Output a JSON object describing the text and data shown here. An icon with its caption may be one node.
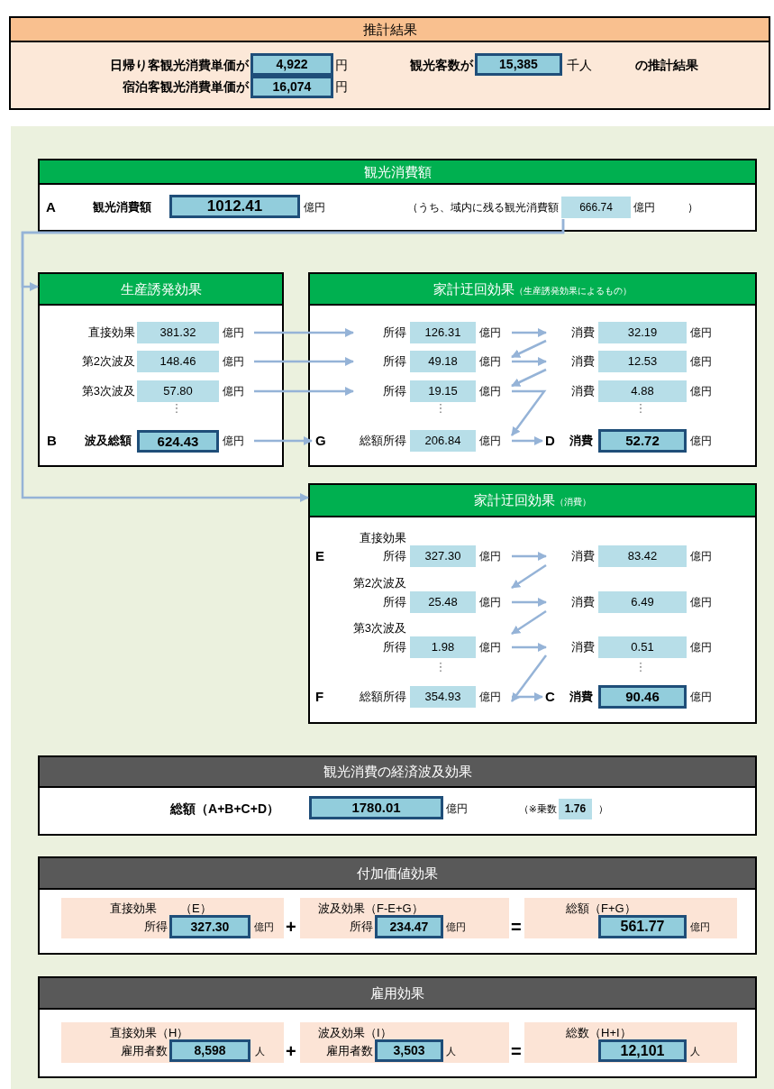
{
  "diagram": {
    "nodes": [
      {
        "text": [
          "推計結果",
          "の推計結果"
        ]
      },
      {
        "text": [
          "4,922"
        ],
        "beside": [
          "日帰り客観光消費単価が",
          "円"
        ],
        "in": 0
      },
      {
        "text": [
          "15,385"
        ],
        "beside": [
          "観光客数が",
          "千人"
        ],
        "in": 0
      },
      {
        "text": [
          "16,074"
        ],
        "beside": [
          "宿泊客観光消費単価が",
          "円"
        ],
        "in": 0
      },
      {
        "text": [
          "観光消費額"
        ]
      },
      {
        "text": [
          "1012.41"
        ],
        "beside": [
          "A",
          "観光消費額",
          "億円"
        ],
        "in": 4
      },
      {
        "text": [
          "666.74"
        ],
        "beside": [
          "（うち、域内に残る観光消費額",
          "億円",
          "）"
        ],
        "in": 4
      },
      {
        "text": [
          "生産誘発効果"
        ]
      },
      {
        "text": [
          "381.32"
        ],
        "beside": [
          "直接効果",
          "億円"
        ],
        "in": 7
      },
      {
        "text": [
          "148.46"
        ],
        "beside": [
          "第2次波及",
          "億円"
        ],
        "in": 7
      },
      {
        "text": [
          "57.80"
        ],
        "beside": [
          "第3次波及",
          "億円"
        ],
        "in": 7
      },
      {
        "text": [
          "624.43"
        ],
        "beside": [
          "B",
          "波及総額",
          "億円"
        ],
        "in": 7
      },
      {
        "text": [
          "家計迂回効果",
          "（生産誘発効果によるもの）"
        ]
      },
      {
        "text": [
          "126.31"
        ],
        "beside": [
          "所得",
          "億円"
        ],
        "in": 12
      },
      {
        "text": [
          "32.19"
        ],
        "beside": [
          "消費",
          "億円"
        ],
        "in": 12
      },
      {
        "text": [
          "49.18"
        ],
        "beside": [
          "所得",
          "億円"
        ],
        "in": 12
      },
      {
        "text": [
          "12.53"
        ],
        "beside": [
          "消費",
          "億円"
        ],
        "in": 12
      },
      {
        "text": [
          "19.15"
        ],
        "beside": [
          "所得",
          "億円"
        ],
        "in": 12
      },
      {
        "text": [
          "4.88"
        ],
        "beside": [
          "消費",
          "億円"
        ],
        "in": 12
      },
      {
        "text": [
          "206.84"
        ],
        "beside": [
          "G",
          "総額所得",
          "億円"
        ],
        "in": 12
      },
      {
        "text": [
          "52.72"
        ],
        "beside": [
          "D",
          "消費",
          "億円"
        ],
        "in": 12
      },
      {
        "text": [
          "家計迂回効果",
          "（消費）"
        ]
      },
      {
        "text": [
          "327.30"
        ],
        "beside": [
          "E",
          "直接効果",
          "所得",
          "億円"
        ],
        "in": 21
      },
      {
        "text": [
          "83.42"
        ],
        "beside": [
          "消費",
          "億円"
        ],
        "in": 21
      },
      {
        "text": [
          "25.48"
        ],
        "beside": [
          "第2次波及",
          "所得",
          "億円"
        ],
        "in": 21
      },
      {
        "text": [
          "6.49"
        ],
        "beside": [
          "消費",
          "億円"
        ],
        "in": 21
      },
      {
        "text": [
          "1.98"
        ],
        "beside": [
          "第3次波及",
          "所得",
          "億円"
        ],
        "in": 21
      },
      {
        "text": [
          "0.51"
        ],
        "beside": [
          "消費",
          "億円"
        ],
        "in": 21
      },
      {
        "text": [
          "354.93"
        ],
        "beside": [
          "F",
          "総額所得",
          "億円"
        ],
        "in": 21
      },
      {
        "text": [
          "90.46"
        ],
        "beside": [
          "C",
          "消費",
          "億円"
        ],
        "in": 21
      },
      {
        "text": [
          "観光消費の経済波及効果"
        ]
      },
      {
        "text": [
          "1780.01"
        ],
        "beside": [
          "総額（A+B+C+D）",
          "億円"
        ],
        "in": 30
      },
      {
        "text": [
          "1.76"
        ],
        "beside": [
          "（※乗数",
          "）"
        ],
        "in": 30
      },
      {
        "text": [
          "付加価値効果"
        ]
      },
      {
        "text": [
          "直接効果　　（E）"
        ],
        "in": 33
      },
      {
        "text": [
          "327.30"
        ],
        "beside": [
          "所得",
          "億円"
        ],
        "in": 34
      },
      {
        "text": [
          "波及効果（F-E+G）"
        ],
        "in": 33
      },
      {
        "text": [
          "234.47"
        ],
        "beside": [
          "所得",
          "億円"
        ],
        "in": 36
      },
      {
        "text": [
          "総額（F+G）"
        ],
        "in": 33
      },
      {
        "text": [
          "561.77"
        ],
        "beside": [
          "億円"
        ],
        "in": 38
      },
      {
        "text": [
          "雇用効果"
        ]
      },
      {
        "text": [
          "直接効果（H）"
        ],
        "in": 40
      },
      {
        "text": [
          "8,598"
        ],
        "beside": [
          "雇用者数",
          "人"
        ],
        "in": 41
      },
      {
        "text": [
          "波及効果（I）"
        ],
        "in": 40
      },
      {
        "text": [
          "3,503"
        ],
        "beside": [
          "雇用者数",
          "人"
        ],
        "in": 43
      },
      {
        "text": [
          "総数（H+I）"
        ],
        "in": 40
      },
      {
        "text": [
          "12,101"
        ],
        "beside": [
          "人"
        ],
        "in": 45
      }
    ],
    "edges": [
      {
        "from": 6,
        "to": 7,
        "arrow": "to"
      },
      {
        "from": 6,
        "to": 21,
        "arrow": "to"
      },
      {
        "from": 8,
        "to": 13,
        "arrow": "to"
      },
      {
        "from": 9,
        "to": 15,
        "arrow": "to"
      },
      {
        "from": 10,
        "to": 17,
        "arrow": "to"
      },
      {
        "from": 11,
        "to": 19,
        "arrow": "to"
      },
      {
        "from": 13,
        "to": 14,
        "arrow": "to"
      },
      {
        "from": 14,
        "to": 15,
        "arrow": "to"
      },
      {
        "from": 15,
        "to": 16,
        "arrow": "to"
      },
      {
        "from": 16,
        "to": 17,
        "arrow": "to"
      },
      {
        "from": 17,
        "to": 19,
        "arrow": "to"
      },
      {
        "from": 19,
        "to": 20,
        "arrow": "to"
      },
      {
        "from": 22,
        "to": 23,
        "arrow": "to"
      },
      {
        "from": 23,
        "to": 24,
        "arrow": "to"
      },
      {
        "from": 24,
        "to": 25,
        "arrow": "to"
      },
      {
        "from": 25,
        "to": 26,
        "arrow": "to"
      },
      {
        "from": 26,
        "to": 27,
        "arrow": "to"
      },
      {
        "from": 27,
        "to": 28,
        "arrow": "to"
      },
      {
        "from": 28,
        "to": 29,
        "arrow": "to"
      }
    ],
    "labels": [
      "⋮",
      "⋮",
      "⋮",
      "⋮",
      "⋮",
      "+",
      "=",
      "+",
      "="
    ]
  }
}
